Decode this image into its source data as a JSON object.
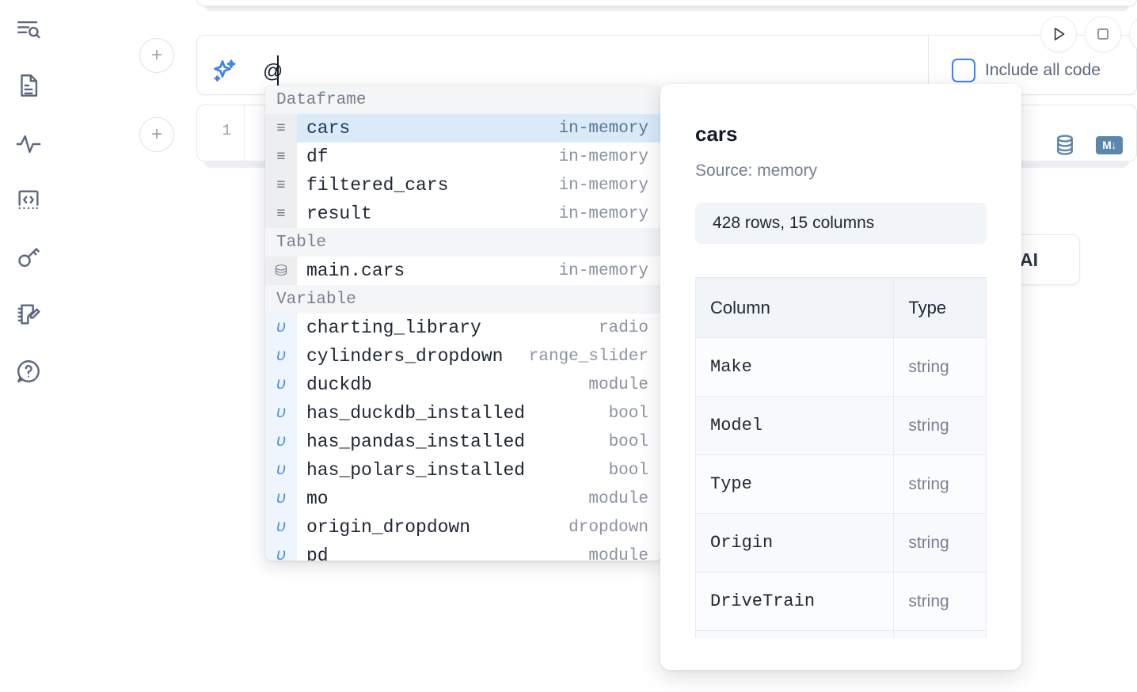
{
  "sidebar": {
    "items": [
      {
        "name": "explore-search-icon",
        "label": "Explore"
      },
      {
        "name": "document-icon",
        "label": "Notebook"
      },
      {
        "name": "activity-pulse-icon",
        "label": "Activity"
      },
      {
        "name": "code-brackets-icon",
        "label": "Snippets"
      },
      {
        "name": "key-icon",
        "label": "Secrets"
      },
      {
        "name": "notebook-edit-icon",
        "label": "Scratchpad"
      },
      {
        "name": "help-question-icon",
        "label": "Help"
      }
    ]
  },
  "toolbar": {
    "run_label": "Run",
    "stop_label": "Stop",
    "more_label": "More",
    "include_all_code_label": "Include all code",
    "include_all_code_checked": false
  },
  "ai_cell": {
    "prompt_value": "@",
    "sparkle_icon": "sparkle-icon",
    "ghost_button_label": "h AI"
  },
  "code_cell": {
    "line_number": "1",
    "database_icon": "database-icon",
    "markdown_badge": "M↓"
  },
  "add_buttons": {
    "plus_label": "+"
  },
  "autocomplete": {
    "groups": [
      {
        "label": "Dataframe",
        "kind": "df",
        "glyph": "≡",
        "items": [
          {
            "name": "cars",
            "type": "in-memory",
            "selected": true
          },
          {
            "name": "df",
            "type": "in-memory",
            "selected": false
          },
          {
            "name": "filtered_cars",
            "type": "in-memory",
            "selected": false
          },
          {
            "name": "result",
            "type": "in-memory",
            "selected": false
          }
        ]
      },
      {
        "label": "Table",
        "kind": "tbl",
        "glyph": "⛁",
        "items": [
          {
            "name": "main.cars",
            "type": "in-memory",
            "selected": false
          }
        ]
      },
      {
        "label": "Variable",
        "kind": "var",
        "glyph": "υ",
        "items": [
          {
            "name": "charting_library",
            "type": "radio",
            "selected": false
          },
          {
            "name": "cylinders_dropdown",
            "type": "range_slider",
            "selected": false
          },
          {
            "name": "duckdb",
            "type": "module",
            "selected": false
          },
          {
            "name": "has_duckdb_installed",
            "type": "bool",
            "selected": false
          },
          {
            "name": "has_pandas_installed",
            "type": "bool",
            "selected": false
          },
          {
            "name": "has_polars_installed",
            "type": "bool",
            "selected": false
          },
          {
            "name": "mo",
            "type": "module",
            "selected": false
          },
          {
            "name": "origin_dropdown",
            "type": "dropdown",
            "selected": false
          },
          {
            "name": "pd",
            "type": "module",
            "selected": false
          }
        ]
      }
    ]
  },
  "preview": {
    "title": "cars",
    "source": "Source: memory",
    "shape": "428 rows, 15 columns",
    "table": {
      "headers": [
        "Column",
        "Type"
      ],
      "rows": [
        [
          "Make",
          "string"
        ],
        [
          "Model",
          "string"
        ],
        [
          "Type",
          "string"
        ],
        [
          "Origin",
          "string"
        ],
        [
          "DriveTrain",
          "string"
        ],
        [
          "",
          ""
        ]
      ]
    }
  },
  "colors": {
    "accent_blue": "#3b82f6",
    "selected_row": "#daeaf9",
    "icon_slate": "#5c677d",
    "cell_icon_blue": "#5b87ad"
  }
}
